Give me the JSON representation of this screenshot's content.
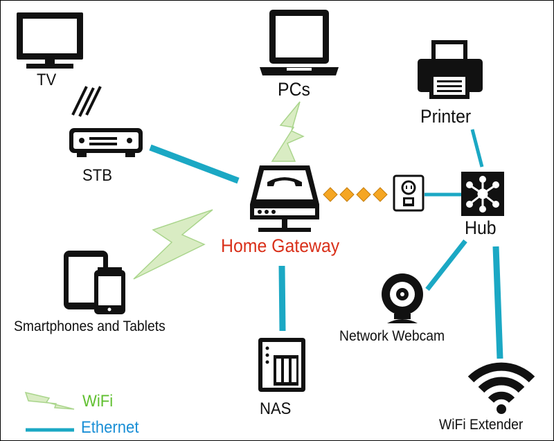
{
  "colors": {
    "ethernet": "#1ba8c4",
    "wifi_fill": "#d9ecc3",
    "wifi_stroke": "#aad58c",
    "gateway_label": "#d9301a",
    "wifi_legend_text": "#5fbf2f",
    "ethernet_legend_text": "#1a8fd6",
    "dsl_diamond": "#f5a623",
    "icon": "#111111"
  },
  "nodes": {
    "tv": {
      "label": "TV",
      "icon": "tv-icon"
    },
    "pcs": {
      "label": "PCs",
      "icon": "laptop-icon"
    },
    "printer": {
      "label": "Printer",
      "icon": "printer-icon"
    },
    "stb": {
      "label": "STB",
      "icon": "set-top-box-icon"
    },
    "gateway": {
      "label": "Home Gateway",
      "icon": "home-gateway-icon"
    },
    "wall_jack": {
      "icon": "wall-jack-icon"
    },
    "hub": {
      "label": "Hub",
      "icon": "hub-icon"
    },
    "devices": {
      "label": "Smartphones and Tablets",
      "icon": "tablet-phone-icon"
    },
    "webcam": {
      "label": "Network Webcam",
      "icon": "webcam-icon"
    },
    "nas": {
      "label": "NAS",
      "icon": "nas-icon"
    },
    "extender": {
      "label": "WiFi Extender",
      "icon": "wifi-icon"
    }
  },
  "legend": {
    "wifi_label": "WiFi",
    "ethernet_label": "Ethernet"
  }
}
